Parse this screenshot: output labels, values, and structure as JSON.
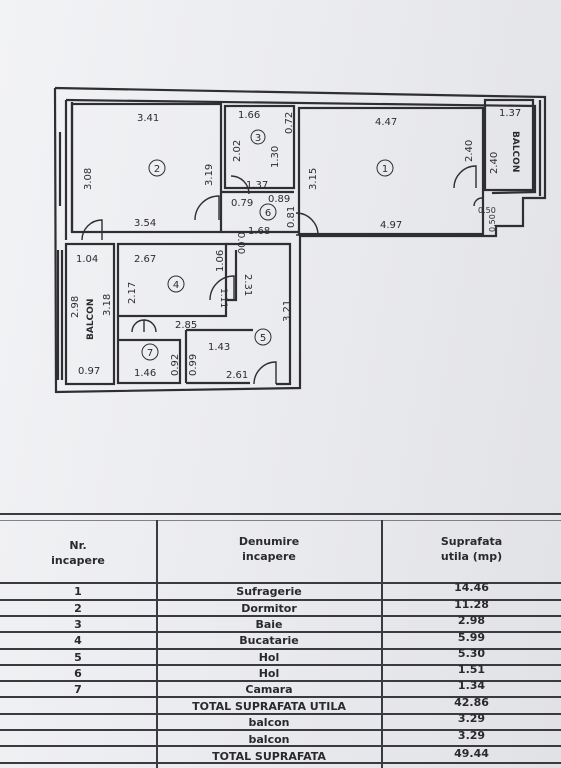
{
  "plan": {
    "rooms": [
      {
        "id": "1",
        "w": "4.47",
        "h": "3.15",
        "w2": "4.97"
      },
      {
        "id": "2",
        "w": "3.41",
        "h": "3.08",
        "h2": "3.19",
        "w2": "3.54"
      },
      {
        "id": "3",
        "w": "1.66",
        "h": "2.02",
        "h2": "1.30",
        "h3": "0.72"
      },
      {
        "id": "4",
        "w": "2.67",
        "h": "2.17",
        "h2": "1.06",
        "w2": "2.85"
      },
      {
        "id": "5",
        "h": "3.21",
        "w": "1.43",
        "w2": "2.61",
        "h2": "2.31",
        "h3": "1.11"
      },
      {
        "id": "6",
        "w": "1.68",
        "w2": "1.37",
        "w3": "0.89",
        "h": "0.79",
        "h2": "0.00",
        "h3": "0.81"
      },
      {
        "id": "7",
        "w": "1.46",
        "h": "0.92",
        "h2": "0.99"
      }
    ],
    "balcon_right": {
      "label": "BALCON",
      "w": "1.37",
      "h": "2.40",
      "h_left": "2.40",
      "w2": "0.50",
      "w3": "0.50"
    },
    "balcon_left": {
      "label": "BALCON",
      "w": "1.04",
      "h": "3.18",
      "h2": "2.98",
      "w2": "0.97"
    }
  },
  "table": {
    "headers": {
      "nr": [
        "Nr.",
        "incapere"
      ],
      "name": [
        "Denumire",
        "incapere"
      ],
      "area": [
        "Suprafata",
        "utila  (mp)"
      ]
    },
    "rows": [
      {
        "nr": "1",
        "name": "Sufragerie",
        "area": "14.46"
      },
      {
        "nr": "2",
        "name": "Dormitor",
        "area": "11.28"
      },
      {
        "nr": "3",
        "name": "Baie",
        "area": "2.98"
      },
      {
        "nr": "4",
        "name": "Bucatarie",
        "area": "5.99"
      },
      {
        "nr": "5",
        "name": "Hol",
        "area": "5.30"
      },
      {
        "nr": "6",
        "name": "Hol",
        "area": "1.51"
      },
      {
        "nr": "7",
        "name": "Camara",
        "area": "1.34"
      },
      {
        "nr": "",
        "name": "TOTAL  SUPRAFATA  UTILA",
        "area": "42.86"
      },
      {
        "nr": "",
        "name": "balcon",
        "area": "3.29"
      },
      {
        "nr": "",
        "name": "balcon",
        "area": "3.29"
      },
      {
        "nr": "",
        "name": "TOTAL  SUPRAFATA",
        "area": "49.44"
      }
    ]
  }
}
